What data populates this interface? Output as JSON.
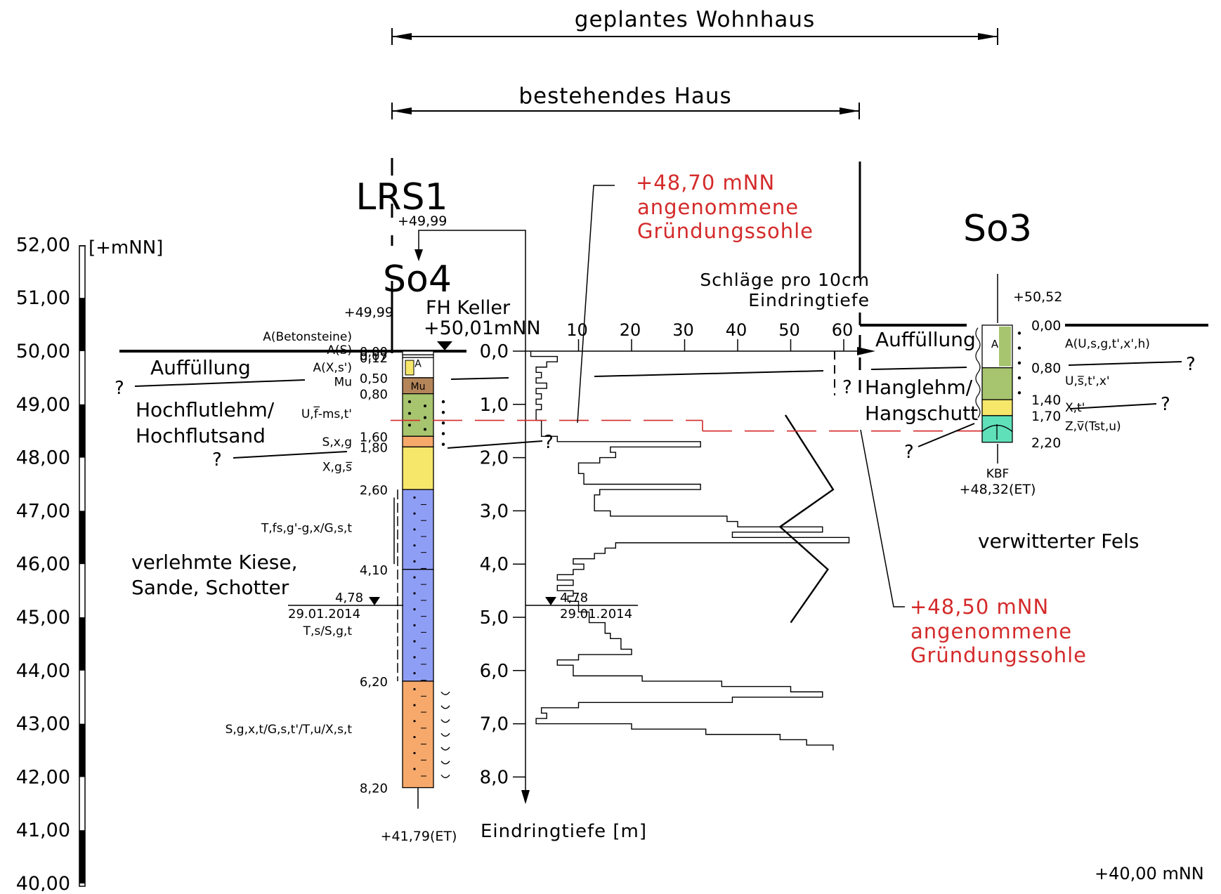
{
  "dimensions": {
    "wohnhaus_label": "geplantes Wohnhaus",
    "haus_label": "bestehendes Haus"
  },
  "elevation_scale": {
    "unit_label": "[+mNN]",
    "ticks": [
      "52,00",
      "51,00",
      "50,00",
      "49,00",
      "48,00",
      "47,00",
      "46,00",
      "45,00",
      "44,00",
      "43,00",
      "42,00",
      "41,00",
      "40,00"
    ],
    "base_label": "+40,00 mNN"
  },
  "lrs1": {
    "title": "LRS1",
    "top_level": "+49,99"
  },
  "so4": {
    "title": "So4",
    "top_level": "+49,99",
    "keller_label": "FH Keller",
    "keller_level": "+50,01mNN",
    "end_level": "+41,79(ET)",
    "depths": [
      "0,00",
      "0,07",
      "0,12",
      "0,50",
      "0,80",
      "1,60",
      "1,80",
      "2,60",
      "4,10",
      "6,20",
      "8,20"
    ],
    "descriptions": [
      "A(Betonsteine)",
      "A(S)",
      "A(X,s')",
      "Mu",
      "U,f̅-ms,t'",
      "S,x,g",
      "X,g,s̅",
      "T,fs,g'-g,x/G,s,t",
      "T,s/S,g,t",
      "S,g,x,t/G,s,t'/T,u/X,s,t"
    ],
    "layer_letters": {
      "a": "A",
      "mu": "Mu"
    },
    "groundwater": {
      "depth": "4,78",
      "date": "29.01.2014"
    }
  },
  "zones_left": {
    "fill": "Auffüllung",
    "flood_1": "Hochflutlehm/",
    "flood_2": "Hochflutsand",
    "gravel_1": "verlehmte Kiese,",
    "gravel_2": "Sande, Schotter",
    "unknown": "?"
  },
  "penetration": {
    "title_1": "Schläge pro 10cm",
    "title_2": "Eindringtiefe",
    "x_ticks": [
      "10",
      "20",
      "30",
      "40",
      "50",
      "60"
    ],
    "y_ticks": [
      "0,0",
      "1,0",
      "2,0",
      "3,0",
      "4,0",
      "5,0",
      "6,0",
      "7,0",
      "8,0"
    ],
    "y_axis_label": "Eindringtiefe [m]",
    "groundwater": {
      "depth": "4,78",
      "date": "29.01.2014"
    }
  },
  "chart_data": {
    "type": "line",
    "title": "Schläge pro 10cm Eindringtiefe",
    "xlabel": "Schläge pro 10cm Eindringtiefe",
    "ylabel": "Eindringtiefe [m]",
    "xlim": [
      0,
      62
    ],
    "ylim": [
      8.0,
      0.0
    ],
    "step_profile": [
      [
        0.1,
        1
      ],
      [
        0.2,
        6
      ],
      [
        0.3,
        4
      ],
      [
        0.4,
        2
      ],
      [
        0.5,
        3
      ],
      [
        0.6,
        2
      ],
      [
        0.7,
        4
      ],
      [
        0.8,
        2
      ],
      [
        0.9,
        3
      ],
      [
        1.0,
        2
      ],
      [
        1.1,
        3
      ],
      [
        1.2,
        2
      ],
      [
        1.3,
        2
      ],
      [
        1.4,
        3
      ],
      [
        1.5,
        3
      ],
      [
        1.6,
        3
      ],
      [
        1.7,
        6
      ],
      [
        1.8,
        33
      ],
      [
        1.9,
        16
      ],
      [
        2.0,
        17
      ],
      [
        2.1,
        14
      ],
      [
        2.2,
        10
      ],
      [
        2.3,
        10
      ],
      [
        2.4,
        11
      ],
      [
        2.5,
        11
      ],
      [
        2.6,
        33
      ],
      [
        2.7,
        14
      ],
      [
        2.8,
        13
      ],
      [
        2.9,
        13
      ],
      [
        3.0,
        13
      ],
      [
        3.1,
        16
      ],
      [
        3.2,
        38
      ],
      [
        3.3,
        40
      ],
      [
        3.4,
        56
      ],
      [
        3.5,
        39
      ],
      [
        3.6,
        61
      ],
      [
        3.7,
        17
      ],
      [
        3.8,
        15
      ],
      [
        3.9,
        13
      ],
      [
        4.0,
        9
      ],
      [
        4.1,
        11
      ],
      [
        4.2,
        9
      ],
      [
        4.3,
        6
      ],
      [
        4.4,
        9
      ],
      [
        4.5,
        6
      ],
      [
        4.6,
        9
      ],
      [
        4.7,
        8
      ],
      [
        4.8,
        10
      ],
      [
        4.9,
        10
      ],
      [
        5.0,
        12
      ],
      [
        5.1,
        12
      ],
      [
        5.2,
        15
      ],
      [
        5.3,
        15
      ],
      [
        5.4,
        16
      ],
      [
        5.5,
        18
      ],
      [
        5.6,
        18
      ],
      [
        5.7,
        20
      ],
      [
        5.8,
        10
      ],
      [
        5.9,
        6
      ],
      [
        6.0,
        9
      ],
      [
        6.1,
        9
      ],
      [
        6.2,
        22
      ],
      [
        6.3,
        37
      ],
      [
        6.4,
        50
      ],
      [
        6.5,
        56
      ],
      [
        6.6,
        39
      ],
      [
        6.7,
        10
      ],
      [
        6.8,
        3
      ],
      [
        6.9,
        4
      ],
      [
        7.0,
        2
      ],
      [
        7.1,
        20
      ],
      [
        7.2,
        34
      ],
      [
        7.3,
        48
      ],
      [
        7.4,
        53
      ],
      [
        7.5,
        58
      ]
    ],
    "trend_line": [
      [
        49,
        1.2
      ],
      [
        58,
        2.6
      ],
      [
        48,
        3.3
      ],
      [
        57,
        4.1
      ],
      [
        50,
        5.1
      ]
    ]
  },
  "foundation_levels": {
    "left_level": "+48,70 mNN",
    "left_line_2": "angenommene",
    "left_line_3": "Gründungssohle",
    "right_level": "+48,50 mNN",
    "right_line_2": "angenommene",
    "right_line_3": "Gründungssohle"
  },
  "so3": {
    "title": "So3",
    "top_level": "+50,52",
    "depths": [
      "0,00",
      "0,80",
      "1,40",
      "1,70",
      "2,20"
    ],
    "descriptions": [
      "A(U,s,g,t',x',h)",
      "U,s̅,t',x'",
      "X,t'",
      "Z,v̅(Tst,u)"
    ],
    "kbf_label": "KBF",
    "end_level": "+48,32(ET)",
    "layer_letter": "A",
    "zone_fill": "Auffüllung",
    "zone_hang_1": "Hanglehm/",
    "zone_hang_2": "Hangschutt",
    "zone_rock": "verwitterter Fels",
    "unknown": "?"
  },
  "colors": {
    "fill_white": "#ffffff",
    "brown": "#b5855a",
    "green": "#a7c46f",
    "orange": "#f6a96b",
    "yellow": "#f6e66a",
    "blue": "#8f9ef5",
    "teal": "#5fe0b9",
    "red": "#d42a2a"
  }
}
